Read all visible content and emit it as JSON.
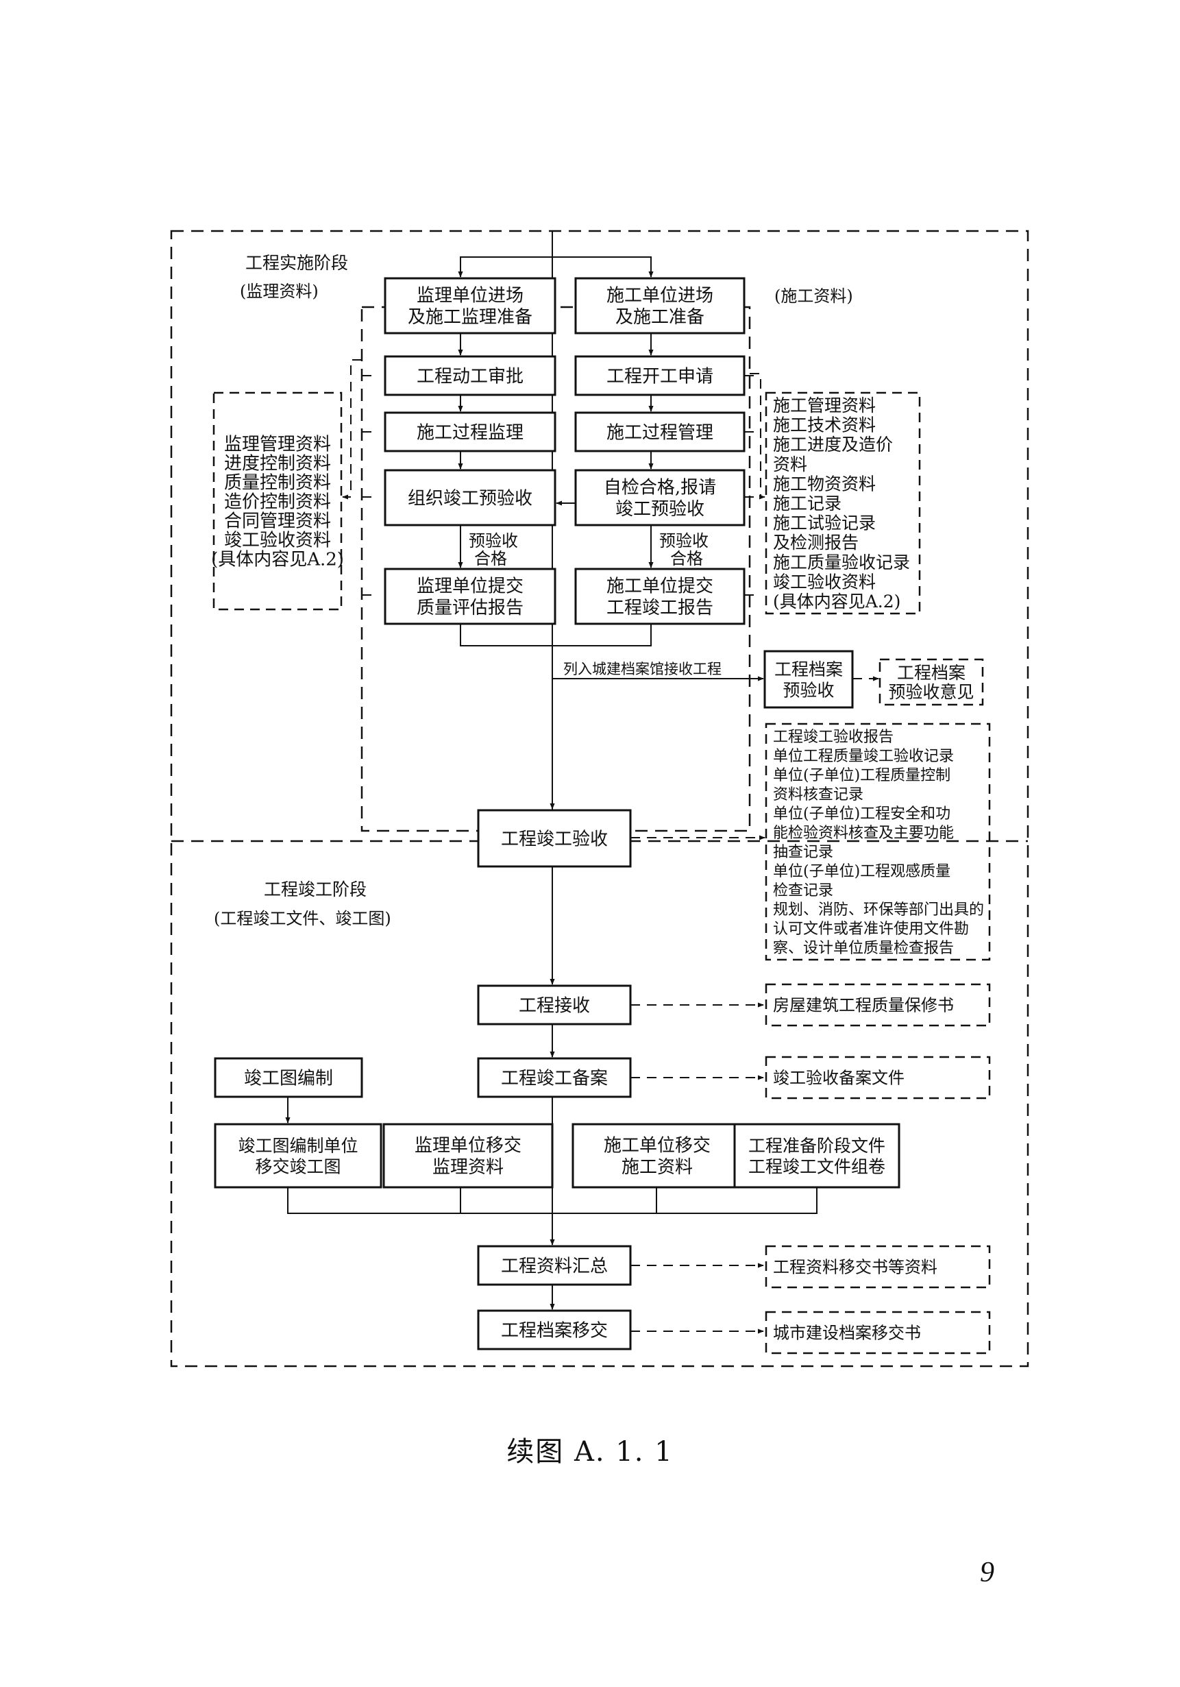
{
  "phases": {
    "implementation": {
      "title": "工程实施阶段",
      "left_subtitle": "(监理资料)",
      "right_subtitle": "(施工资料)"
    },
    "completion": {
      "title": "工程竣工阶段",
      "subtitle": "(工程竣工文件、竣工图)"
    }
  },
  "nodes": {
    "sup_enter": [
      "监理单位进场",
      "及施工监理准备"
    ],
    "con_enter": [
      "施工单位进场",
      "及施工准备"
    ],
    "sup_approve": [
      "工程动工审批"
    ],
    "con_apply": [
      "工程开工申请"
    ],
    "sup_monitor": [
      "施工过程监理"
    ],
    "con_manage": [
      "施工过程管理"
    ],
    "sup_preaccept": [
      "组织竣工预验收"
    ],
    "con_selfcheck": [
      "自检合格,报请",
      "竣工预验收"
    ],
    "sup_report": [
      "监理单位提交",
      "质量评估报告"
    ],
    "con_report": [
      "施工单位提交",
      "工程竣工报告"
    ],
    "archive_pre": [
      "工程档案",
      "预验收"
    ],
    "completion_accept": [
      "工程竣工验收"
    ],
    "handover": [
      "工程接收"
    ],
    "filing": [
      "工程竣工备案"
    ],
    "drawing_compile": [
      "竣工图编制"
    ],
    "drawing_transfer": [
      "竣工图编制单位",
      "移交竣工图"
    ],
    "sup_transfer": [
      "监理单位移交",
      "监理资料"
    ],
    "con_transfer": [
      "施工单位移交",
      "施工资料"
    ],
    "docs_assemble": [
      "工程准备阶段文件",
      "工程竣工文件组卷"
    ],
    "summary": [
      "工程资料汇总"
    ],
    "archive_transfer": [
      "工程档案移交"
    ]
  },
  "docs": {
    "supervision": [
      "监理管理资料",
      "进度控制资料",
      "质量控制资料",
      "造价控制资料",
      "合同管理资料",
      "竣工验收资料",
      "(具体内容见A.2)"
    ],
    "construction": [
      "施工管理资料",
      "施工技术资料",
      "施工进度及造价",
      "资料",
      "施工物资资料",
      "施工记录",
      "施工试验记录",
      "及检测报告",
      "施工质量验收记录",
      "竣工验收资料",
      "(具体内容见A.2)"
    ],
    "archive_opinion": [
      "工程档案",
      "预验收意见"
    ],
    "completion_records": [
      "工程竣工验收报告",
      "单位工程质量竣工验收记录",
      "单位(子单位)工程质量控制",
      "资料核查记录",
      "单位(子单位)工程安全和功",
      "能检验资料核查及主要功能",
      "抽查记录",
      "单位(子单位)工程观感质量",
      "检查记录",
      "规划、消防、环保等部门出具的",
      "认可文件或者准许使用文件勘",
      "察、设计单位质量检查报告"
    ],
    "warranty": [
      "房屋建筑工程质量保修书"
    ],
    "filing_docs": [
      "竣工验收备案文件"
    ],
    "transfer_docs": [
      "工程资料移交书等资料"
    ],
    "city_archive": [
      "城市建设档案移交书"
    ]
  },
  "edge_labels": {
    "pre_accept_left": [
      "预验收",
      "合格"
    ],
    "pre_accept_right": [
      "预验收",
      "合格"
    ],
    "city_archive_line": "列入城建档案馆接收工程"
  },
  "caption": "续图 A. 1. 1",
  "page_number": "9"
}
